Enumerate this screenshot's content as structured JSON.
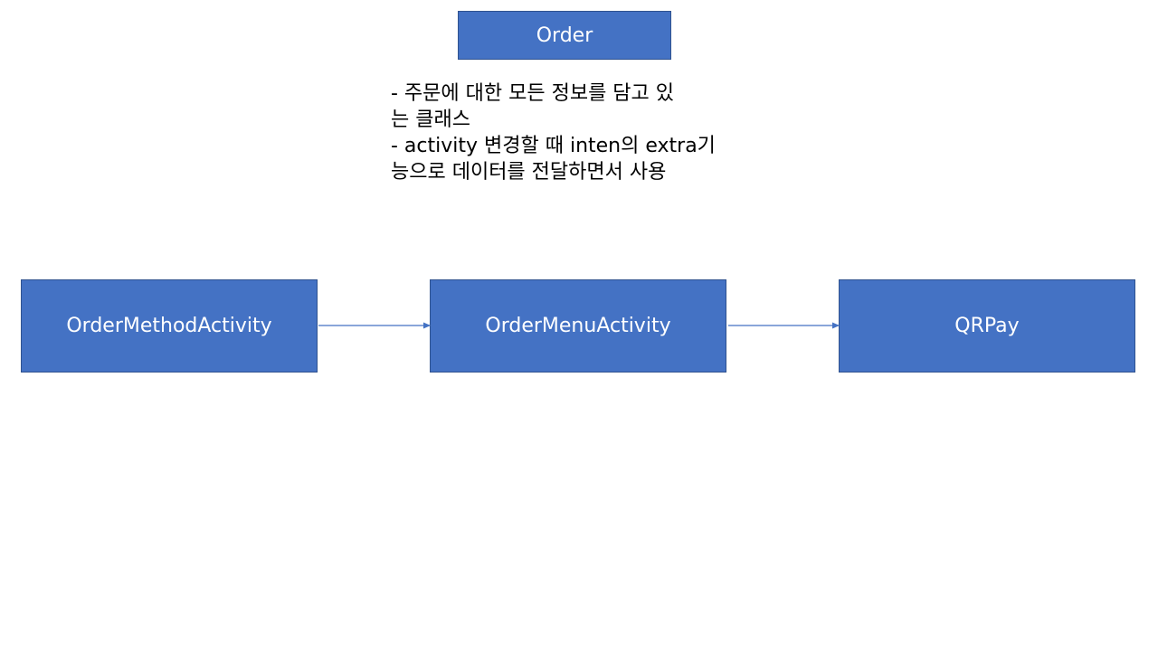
{
  "order_box": {
    "label": "Order"
  },
  "description": {
    "lines": [
      "- 주문에 대한 모든 정보를 담고 있",
      "는 클래스",
      "- activity 변경할 때 inten의 extra기",
      "능으로 데이터를 전달하면서 사용"
    ]
  },
  "flow": {
    "nodes": [
      {
        "label": "OrderMethodActivity"
      },
      {
        "label": "OrderMenuActivity"
      },
      {
        "label": "QRPay"
      }
    ]
  },
  "colors": {
    "box_fill": "#4472c4",
    "box_border": "#2f528f",
    "arrow": "#4472c4"
  }
}
